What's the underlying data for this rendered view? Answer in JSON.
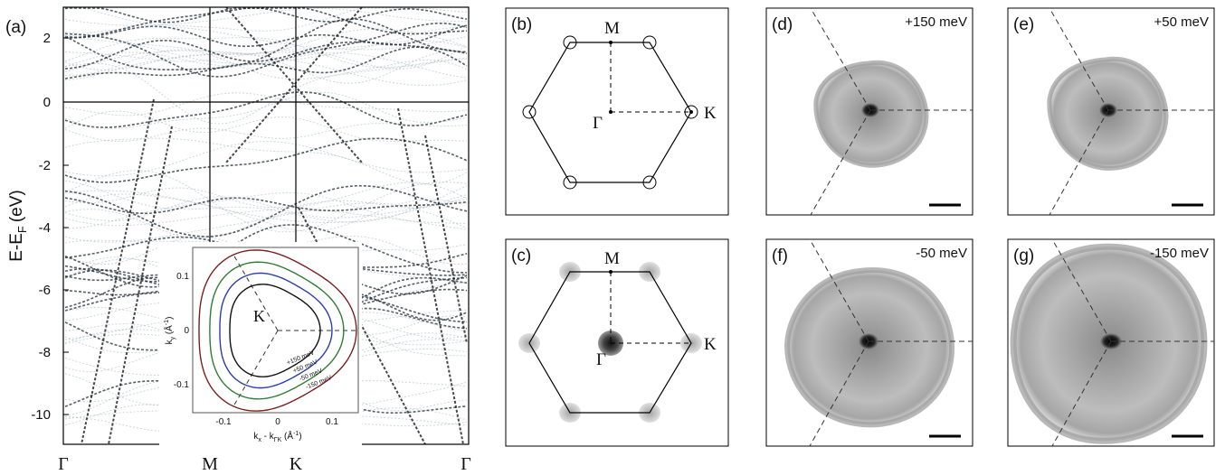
{
  "panel_a": {
    "tag": "(a)",
    "ylabel_main": "E-E",
    "ylabel_sub": "F",
    "ylabel_unit": "(eV)",
    "yticks": [
      "2",
      "0",
      "-2",
      "-4",
      "-6",
      "-8",
      "-10"
    ],
    "kpoints": [
      "Γ",
      "M",
      "K",
      "Γ"
    ]
  },
  "inset": {
    "yticks": [
      "0.1",
      "0",
      "-0.1"
    ],
    "xticks": [
      "-0.1",
      "0",
      "0.1"
    ],
    "ylabel_main": "k",
    "ylabel_sub": "y",
    "ylabel_unit": " (Å",
    "ylabel_sup": "-1",
    "ylabel_close": ")",
    "xlabel": "k",
    "xlabel_sub": "x",
    "xlabel_mid": " - k",
    "xlabel_sub2": "ΓK",
    "xlabel_unit": " (Å",
    "xlabel_sup": "-1",
    "xlabel_close": ")",
    "center_label": "K",
    "contours": [
      "+150 meV",
      "+50 meV",
      "-50 meV",
      "-150 meV"
    ],
    "colors": [
      "#111111",
      "#2a3fa8",
      "#2e7d32",
      "#7a1f1f"
    ]
  },
  "panel_b": {
    "tag": "(b)",
    "labels": {
      "M": "M",
      "K": "K",
      "G": "Γ"
    }
  },
  "panel_c": {
    "tag": "(c)",
    "labels": {
      "M": "M",
      "K": "K",
      "G": "Γ"
    }
  },
  "panel_d": {
    "tag": "(d)",
    "energy": "+150 meV"
  },
  "panel_e": {
    "tag": "(e)",
    "energy": "+50 meV"
  },
  "panel_f": {
    "tag": "(f)",
    "energy": "-50 meV"
  },
  "panel_g": {
    "tag": "(g)",
    "energy": "-150 meV"
  }
}
